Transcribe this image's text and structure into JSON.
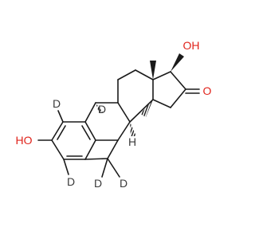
{
  "colors": {
    "bond": "#1a1a1a",
    "oxygen": "#e0231b",
    "deuterium": "#3a3a3a"
  },
  "atoms": {
    "oh_top": "OH",
    "ketone_o": "O",
    "oh_left": "HO",
    "h_stereo": "H",
    "d_c9": "D",
    "d_c2": "D",
    "d_c4": "D",
    "d_c6a": "D",
    "d_c6b": "D"
  }
}
